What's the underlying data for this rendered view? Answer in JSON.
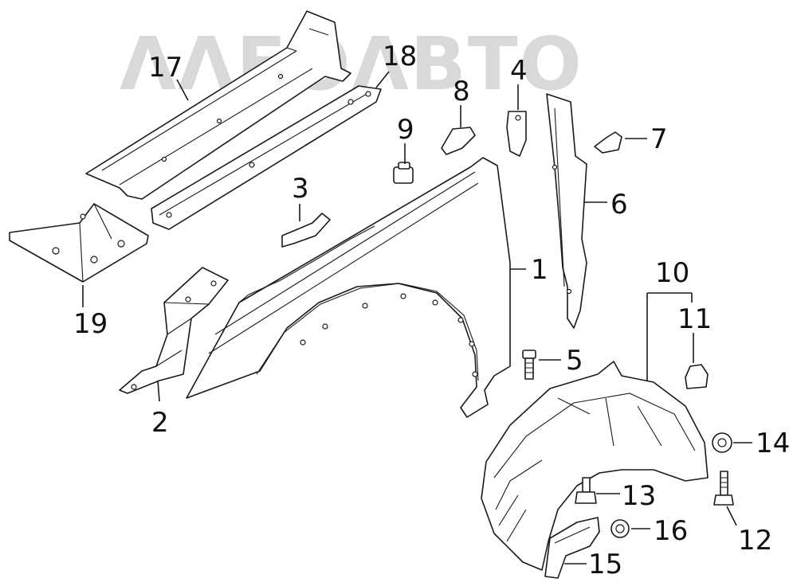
{
  "watermark": {
    "text": "ΛΛΕΘΛΒΤΟ",
    "color": "#d9d9d9"
  },
  "callouts": [
    {
      "id": "1",
      "part": "fender"
    },
    {
      "id": "2",
      "part": "fender-bracket-lower"
    },
    {
      "id": "3",
      "part": "bracket-small"
    },
    {
      "id": "4",
      "part": "bracket-vertical"
    },
    {
      "id": "5",
      "part": "bolt"
    },
    {
      "id": "6",
      "part": "seal-strip"
    },
    {
      "id": "7",
      "part": "clip"
    },
    {
      "id": "8",
      "part": "bracket-clip"
    },
    {
      "id": "9",
      "part": "rubber-buffer"
    },
    {
      "id": "10",
      "part": "wheel-arch-liner"
    },
    {
      "id": "11",
      "part": "clip-nut"
    },
    {
      "id": "12",
      "part": "bolt-long"
    },
    {
      "id": "13",
      "part": "bolt-flange"
    },
    {
      "id": "14",
      "part": "nut"
    },
    {
      "id": "15",
      "part": "liner-bracket"
    },
    {
      "id": "16",
      "part": "nut-flange"
    },
    {
      "id": "17",
      "part": "upper-rail-panel"
    },
    {
      "id": "18",
      "part": "reinforcement-strip"
    },
    {
      "id": "19",
      "part": "lower-plate"
    }
  ]
}
